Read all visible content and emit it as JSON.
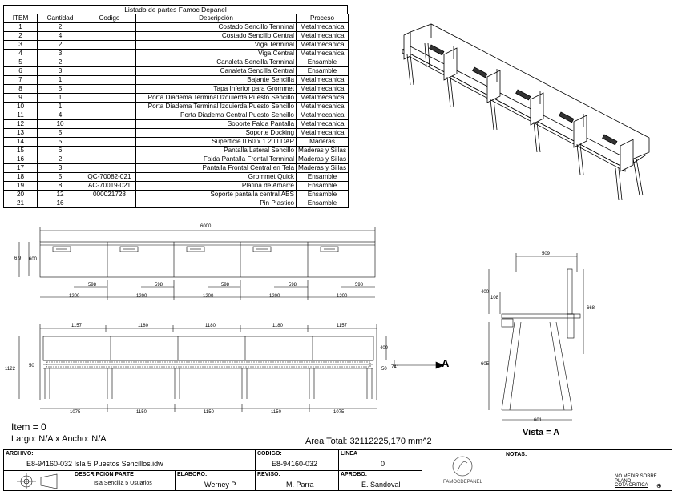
{
  "parts_list": {
    "title": "Listado de partes Famoc Depanel",
    "headers": [
      "ITEM",
      "Cantidad",
      "Codigo",
      "Descripción",
      "Proceso"
    ],
    "rows": [
      [
        "1",
        "2",
        "",
        "Costado Sencillo Terminal",
        "Metalmecanica"
      ],
      [
        "2",
        "4",
        "",
        "Costado Sencillo Central",
        "Metalmecanica"
      ],
      [
        "3",
        "2",
        "",
        "Viga Terminal",
        "Metalmecanica"
      ],
      [
        "4",
        "3",
        "",
        "Viga Central",
        "Metalmecanica"
      ],
      [
        "5",
        "2",
        "",
        "Canaleta Sencilla Terminal",
        "Ensamble"
      ],
      [
        "6",
        "3",
        "",
        "Canaleta Sencilla Central",
        "Ensamble"
      ],
      [
        "7",
        "1",
        "",
        "Bajante Sencilla",
        "Metalmecanica"
      ],
      [
        "8",
        "5",
        "",
        "Tapa Inferior para Grommet",
        "Metalmecanica"
      ],
      [
        "9",
        "1",
        "",
        "Porta Diadema Terminal Izquierda Puesto Sencillo",
        "Metalmecanica"
      ],
      [
        "10",
        "1",
        "",
        "Porta Diadema Terminal Izquierda Puesto Sencillo",
        "Metalmecanica"
      ],
      [
        "11",
        "4",
        "",
        "Porta Diadema Central Puesto Sencillo",
        "Metalmecanica"
      ],
      [
        "12",
        "10",
        "",
        "Soporte Falda Pantalla",
        "Metalmecanica"
      ],
      [
        "13",
        "5",
        "",
        "Soporte Docking",
        "Metalmecanica"
      ],
      [
        "14",
        "5",
        "",
        "Superficie 0.60 x 1.20 LDAP",
        "Maderas"
      ],
      [
        "15",
        "6",
        "",
        "Pantalla Lateral Sencillo",
        "Maderas y Sillas"
      ],
      [
        "16",
        "2",
        "",
        "Falda Pantalla Frontal Terminal",
        "Maderas y Sillas"
      ],
      [
        "17",
        "3",
        "",
        "Pantalla Frontal Central en Tela",
        "Maderas y Sillas"
      ],
      [
        "18",
        "5",
        "QC-70082-021",
        "Grommet Quick",
        "Ensamble"
      ],
      [
        "19",
        "8",
        "AC-70019-021",
        "Platina de Amarre",
        "Ensamble"
      ],
      [
        "20",
        "12",
        "000021728",
        "Soporte pantalla central ABS",
        "Ensamble"
      ],
      [
        "21",
        "16",
        "",
        "Pin Plastico",
        "Ensamble"
      ]
    ]
  },
  "top_view": {
    "overall": "6000",
    "height_outer": "6.9",
    "height_inner": "600",
    "spacings": [
      "598",
      "598",
      "598",
      "598",
      "598"
    ],
    "modules": [
      "1200",
      "1200",
      "1200",
      "1200",
      "1200"
    ]
  },
  "front_view": {
    "tops": [
      "1157",
      "1180",
      "1180",
      "1180",
      "1157"
    ],
    "bottoms": [
      "1075",
      "1150",
      "1150",
      "1150",
      "1075"
    ],
    "height_total": "1122",
    "left_small": "50",
    "right_400": "400",
    "right_50": "50",
    "right_741": "741",
    "arrow_label": "A"
  },
  "side_view": {
    "top_width": "509",
    "d400": "400",
    "d108": "108",
    "d668": "668",
    "d605": "605",
    "base": "601",
    "label": "Vista = A"
  },
  "summary": {
    "item": "Item = 0",
    "size": "Largo: N/A x Ancho: N/A",
    "area": "Area Total: 32112225,170 mm^2"
  },
  "title_block": {
    "archivo_label": "ARCHIVO:",
    "archivo_value": "E8-94160-032 Isla 5 Puestos Sencillos.idw",
    "codigo_label": "CODIGO:",
    "codigo_value": "E8-94160-032",
    "linea_label": "LINEA",
    "linea_value": "0",
    "desc_label": "DESCRIPCION PARTE",
    "desc_value": "Isla Sencilla 5 Usuarios",
    "elaboro_label": "ELABORO:",
    "elaboro_value": "Werney P.",
    "reviso_label": "REVISO:",
    "reviso_value": "M. Parra",
    "aprobo_label": "APROBO:",
    "aprobo_value": "E. Sandoval",
    "logo_text": "FAMOCDEPANEL",
    "notas_label": "NOTAS:",
    "note1": "NO MEDIR SOBRE PLANO",
    "note2": "COTA CRITICA"
  }
}
